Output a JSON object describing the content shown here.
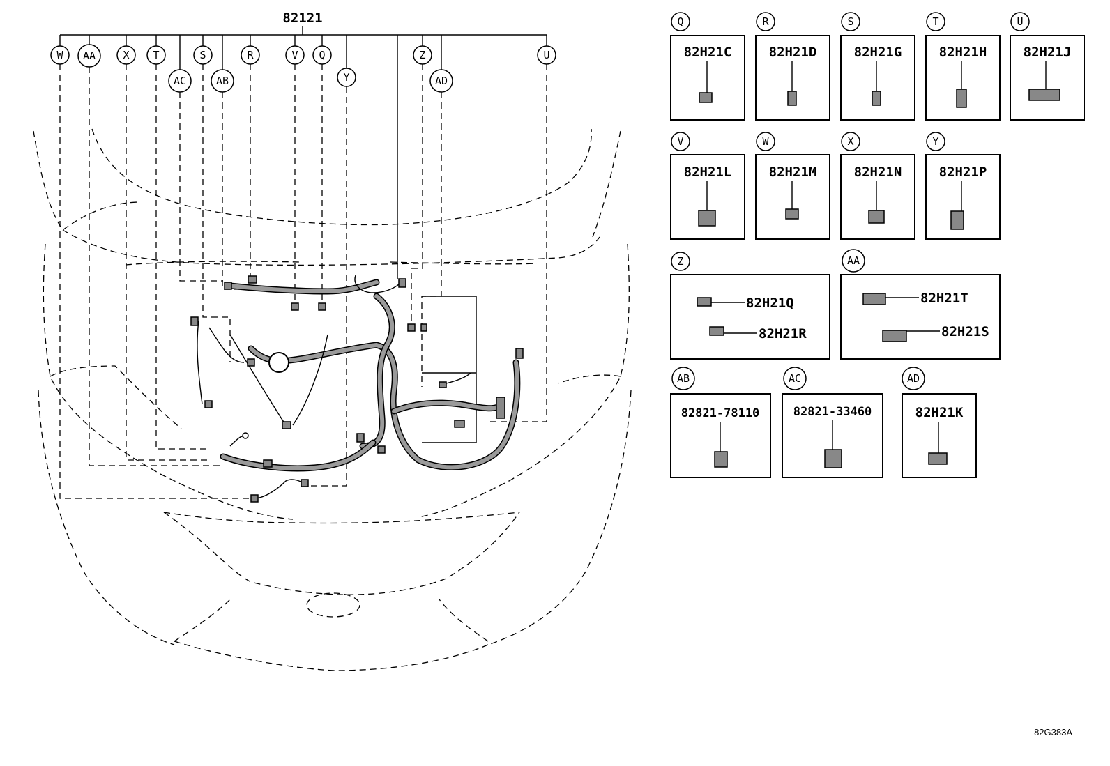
{
  "main_part": "82121",
  "diagram_callouts": [
    "W",
    "AA",
    "X",
    "T",
    "AC",
    "S",
    "AB",
    "R",
    "V",
    "Q",
    "Y",
    "Z",
    "AD",
    "U"
  ],
  "parts": [
    {
      "letter": "Q",
      "number": "82H21C"
    },
    {
      "letter": "R",
      "number": "82H21D"
    },
    {
      "letter": "S",
      "number": "82H21G"
    },
    {
      "letter": "T",
      "number": "82H21H"
    },
    {
      "letter": "U",
      "number": "82H21J"
    },
    {
      "letter": "V",
      "number": "82H21L"
    },
    {
      "letter": "W",
      "number": "82H21M"
    },
    {
      "letter": "X",
      "number": "82H21N"
    },
    {
      "letter": "Y",
      "number": "82H21P"
    },
    {
      "letter": "Z",
      "numbers": [
        "82H21Q",
        "82H21R"
      ]
    },
    {
      "letter": "AA",
      "numbers": [
        "82H21T",
        "82H21S"
      ]
    },
    {
      "letter": "AB",
      "number": "82821-78110"
    },
    {
      "letter": "AC",
      "number": "82821-33460"
    },
    {
      "letter": "AD",
      "number": "82H21K"
    }
  ],
  "reference_code": "82G383A"
}
